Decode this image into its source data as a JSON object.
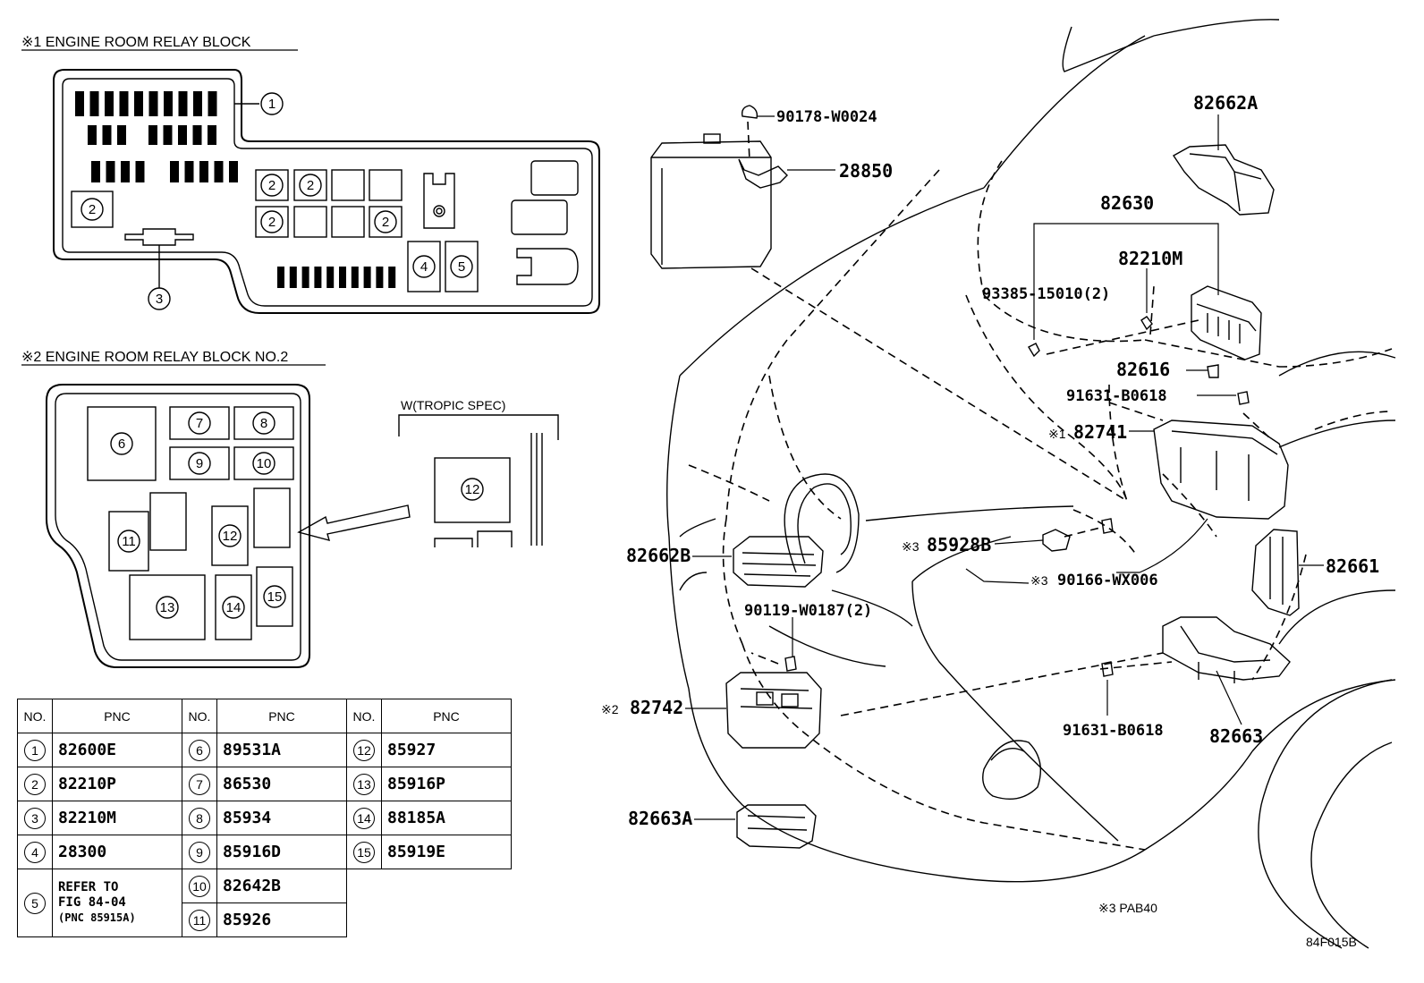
{
  "sections": {
    "relay_block_1_title": "※1 ENGINE ROOM RELAY BLOCK",
    "relay_block_2_title": "※2 ENGINE ROOM RELAY BLOCK NO.2",
    "tropic_label": "W(TROPIC SPEC)"
  },
  "callouts": {
    "c1": "1",
    "c2": "2",
    "c3": "3",
    "c4": "4",
    "c5": "5",
    "c6": "6",
    "c7": "7",
    "c8": "8",
    "c9": "9",
    "c10": "10",
    "c11": "11",
    "c12": "12",
    "c13": "13",
    "c14": "14",
    "c15": "15"
  },
  "parts": {
    "p90178": "90178-W0024",
    "p28850": "28850",
    "p82662A": "82662A",
    "p82630": "82630",
    "p82210M": "82210M",
    "p93385": "93385-15010(2)",
    "p82616": "82616",
    "p91631a": "91631-B0618",
    "p82741_mark": "※1",
    "p82741": "82741",
    "p85928B_mark": "※3",
    "p85928B": "85928B",
    "p90166_mark": "※3",
    "p90166": "90166-WX006",
    "p82662B": "82662B",
    "p82661": "82661",
    "p90119": "90119-W0187(2)",
    "p82742_mark": "※2",
    "p82742": "82742",
    "p91631b": "91631-B0618",
    "p82663": "82663",
    "p82663A": "82663A"
  },
  "footer": {
    "note": "※3 PAB40",
    "figure_code": "84F015B"
  },
  "table": {
    "header_no": "NO.",
    "header_pnc": "PNC",
    "rows": [
      {
        "a_no": "1",
        "a_pnc": "82600E",
        "b_no": "6",
        "b_pnc": "89531A",
        "c_no": "12",
        "c_pnc": "85927"
      },
      {
        "a_no": "2",
        "a_pnc": "82210P",
        "b_no": "7",
        "b_pnc": "86530",
        "c_no": "13",
        "c_pnc": "85916P"
      },
      {
        "a_no": "3",
        "a_pnc": "82210M",
        "b_no": "8",
        "b_pnc": "85934",
        "c_no": "14",
        "c_pnc": "88185A"
      },
      {
        "a_no": "4",
        "a_pnc": "28300",
        "b_no": "9",
        "b_pnc": "85916D",
        "c_no": "15",
        "c_pnc": "85919E"
      }
    ],
    "row5": {
      "a_no": "5",
      "line1": "REFER TO",
      "line2": "FIG 84-04",
      "line3": "(PNC 85915A)",
      "b1_no": "10",
      "b1_pnc": "82642B",
      "b2_no": "11",
      "b2_pnc": "85926"
    }
  }
}
